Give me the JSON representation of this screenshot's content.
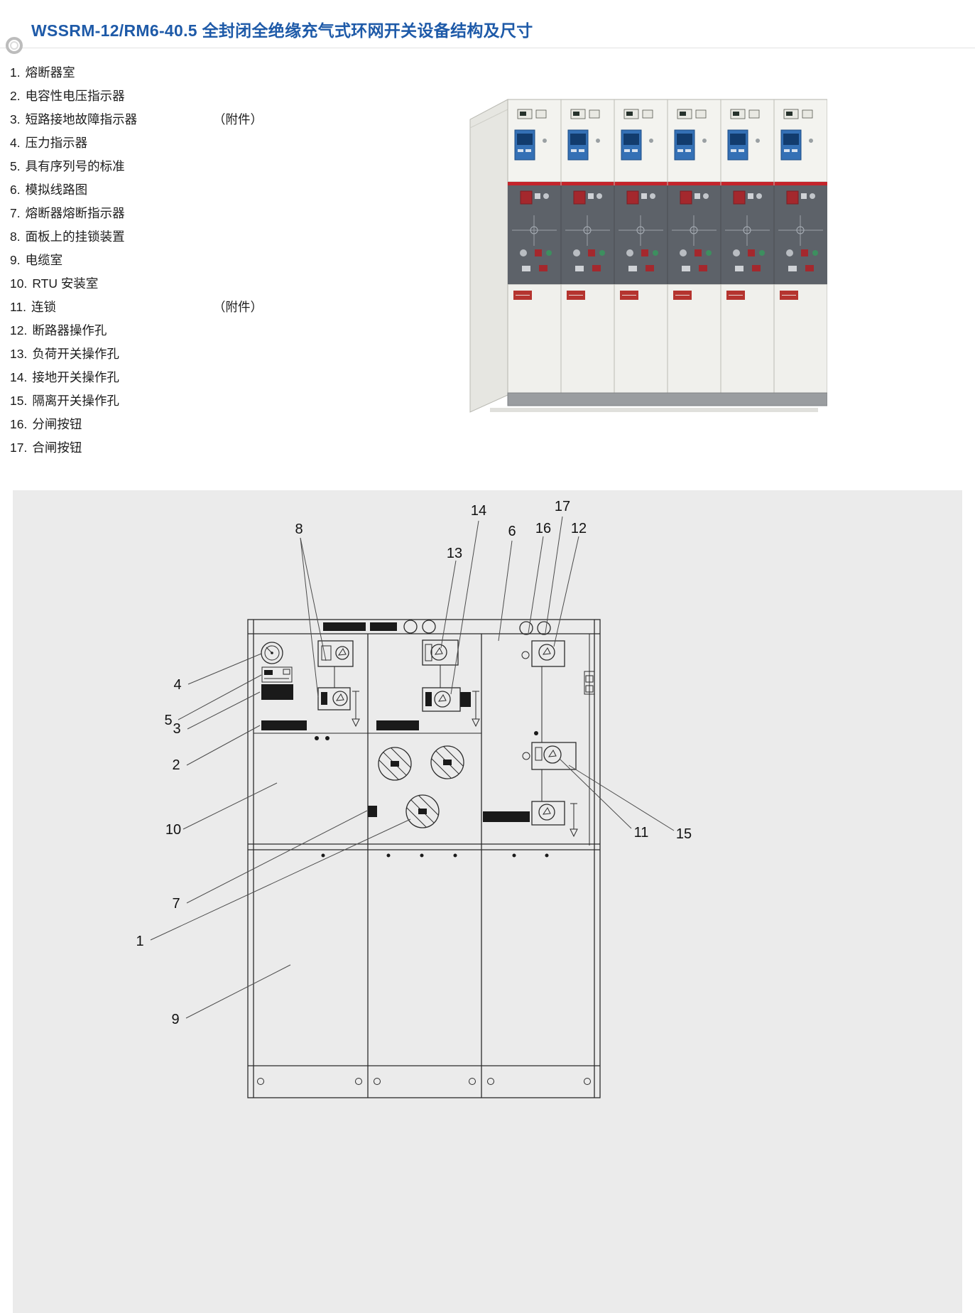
{
  "header": {
    "title": "WSSRM-12/RM6-40.5 全封闭全绝缘充气式环网开关设备结构及尺寸"
  },
  "parts_list": {
    "items": [
      {
        "num": "1.",
        "label": "熔断器室",
        "note": ""
      },
      {
        "num": "2.",
        "label": "电容性电压指示器",
        "note": ""
      },
      {
        "num": "3.",
        "label": "短路接地故障指示器",
        "note": "（附件）"
      },
      {
        "num": "4.",
        "label": "压力指示器",
        "note": ""
      },
      {
        "num": "5.",
        "label": "具有序列号的标准",
        "note": ""
      },
      {
        "num": "6.",
        "label": "模拟线路图",
        "note": ""
      },
      {
        "num": "7.",
        "label": "熔断器熔断指示器",
        "note": ""
      },
      {
        "num": "8.",
        "label": "面板上的挂锁装置",
        "note": ""
      },
      {
        "num": "9.",
        "label": "电缆室",
        "note": ""
      },
      {
        "num": "10.",
        "label": "RTU 安装室",
        "note": ""
      },
      {
        "num": "11.",
        "label": "连锁",
        "note": "（附件）"
      },
      {
        "num": "12.",
        "label": "断路器操作孔",
        "note": ""
      },
      {
        "num": "13.",
        "label": "负荷开关操作孔",
        "note": ""
      },
      {
        "num": "14.",
        "label": "接地开关操作孔",
        "note": ""
      },
      {
        "num": "15.",
        "label": "隔离开关操作孔",
        "note": ""
      },
      {
        "num": "16.",
        "label": "分闸按钮",
        "note": ""
      },
      {
        "num": "17.",
        "label": "合闸按钮",
        "note": ""
      }
    ]
  },
  "diagram": {
    "callouts": [
      "1",
      "2",
      "3",
      "4",
      "5",
      "6",
      "7",
      "8",
      "9",
      "10",
      "11",
      "12",
      "13",
      "14",
      "15",
      "16",
      "17"
    ]
  },
  "colors": {
    "title_blue": "#1e5aa8",
    "stripe_red": "#c4242b",
    "display_blue": "#3470b5",
    "panel_gray": "#ebebeb"
  }
}
